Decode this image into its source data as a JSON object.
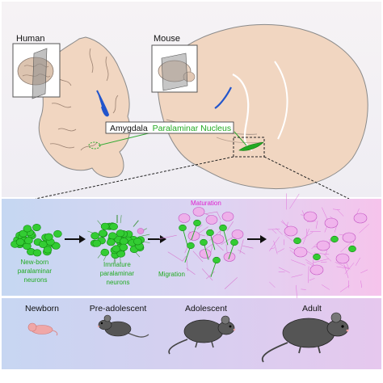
{
  "top_panel": {
    "human_label": "Human",
    "mouse_label": "Mouse",
    "region_title_part1": "Amygdala",
    "region_title_part2": "Paralaminar Nucleus"
  },
  "middle_panel": {
    "maturation_label": "Maturation",
    "migration_label": "Migration",
    "stages": [
      {
        "label_lines": [
          "New-born",
          "paralaminar",
          "neurons"
        ]
      },
      {
        "label_lines": [
          "Immature",
          "paralaminar",
          "neurons"
        ]
      }
    ]
  },
  "bottom_panel": {
    "ages": [
      "Newborn",
      "Pre-adolescent",
      "Adolescent",
      "Adult"
    ]
  },
  "colors": {
    "green_neuron": "#33cc33",
    "magenta": "#e020d0",
    "brain_fill": "#f1d6c1",
    "ventricle_blue": "#2255cc",
    "panel_blue": "#c9d8f0",
    "panel_pink": "#f3c6ea"
  }
}
